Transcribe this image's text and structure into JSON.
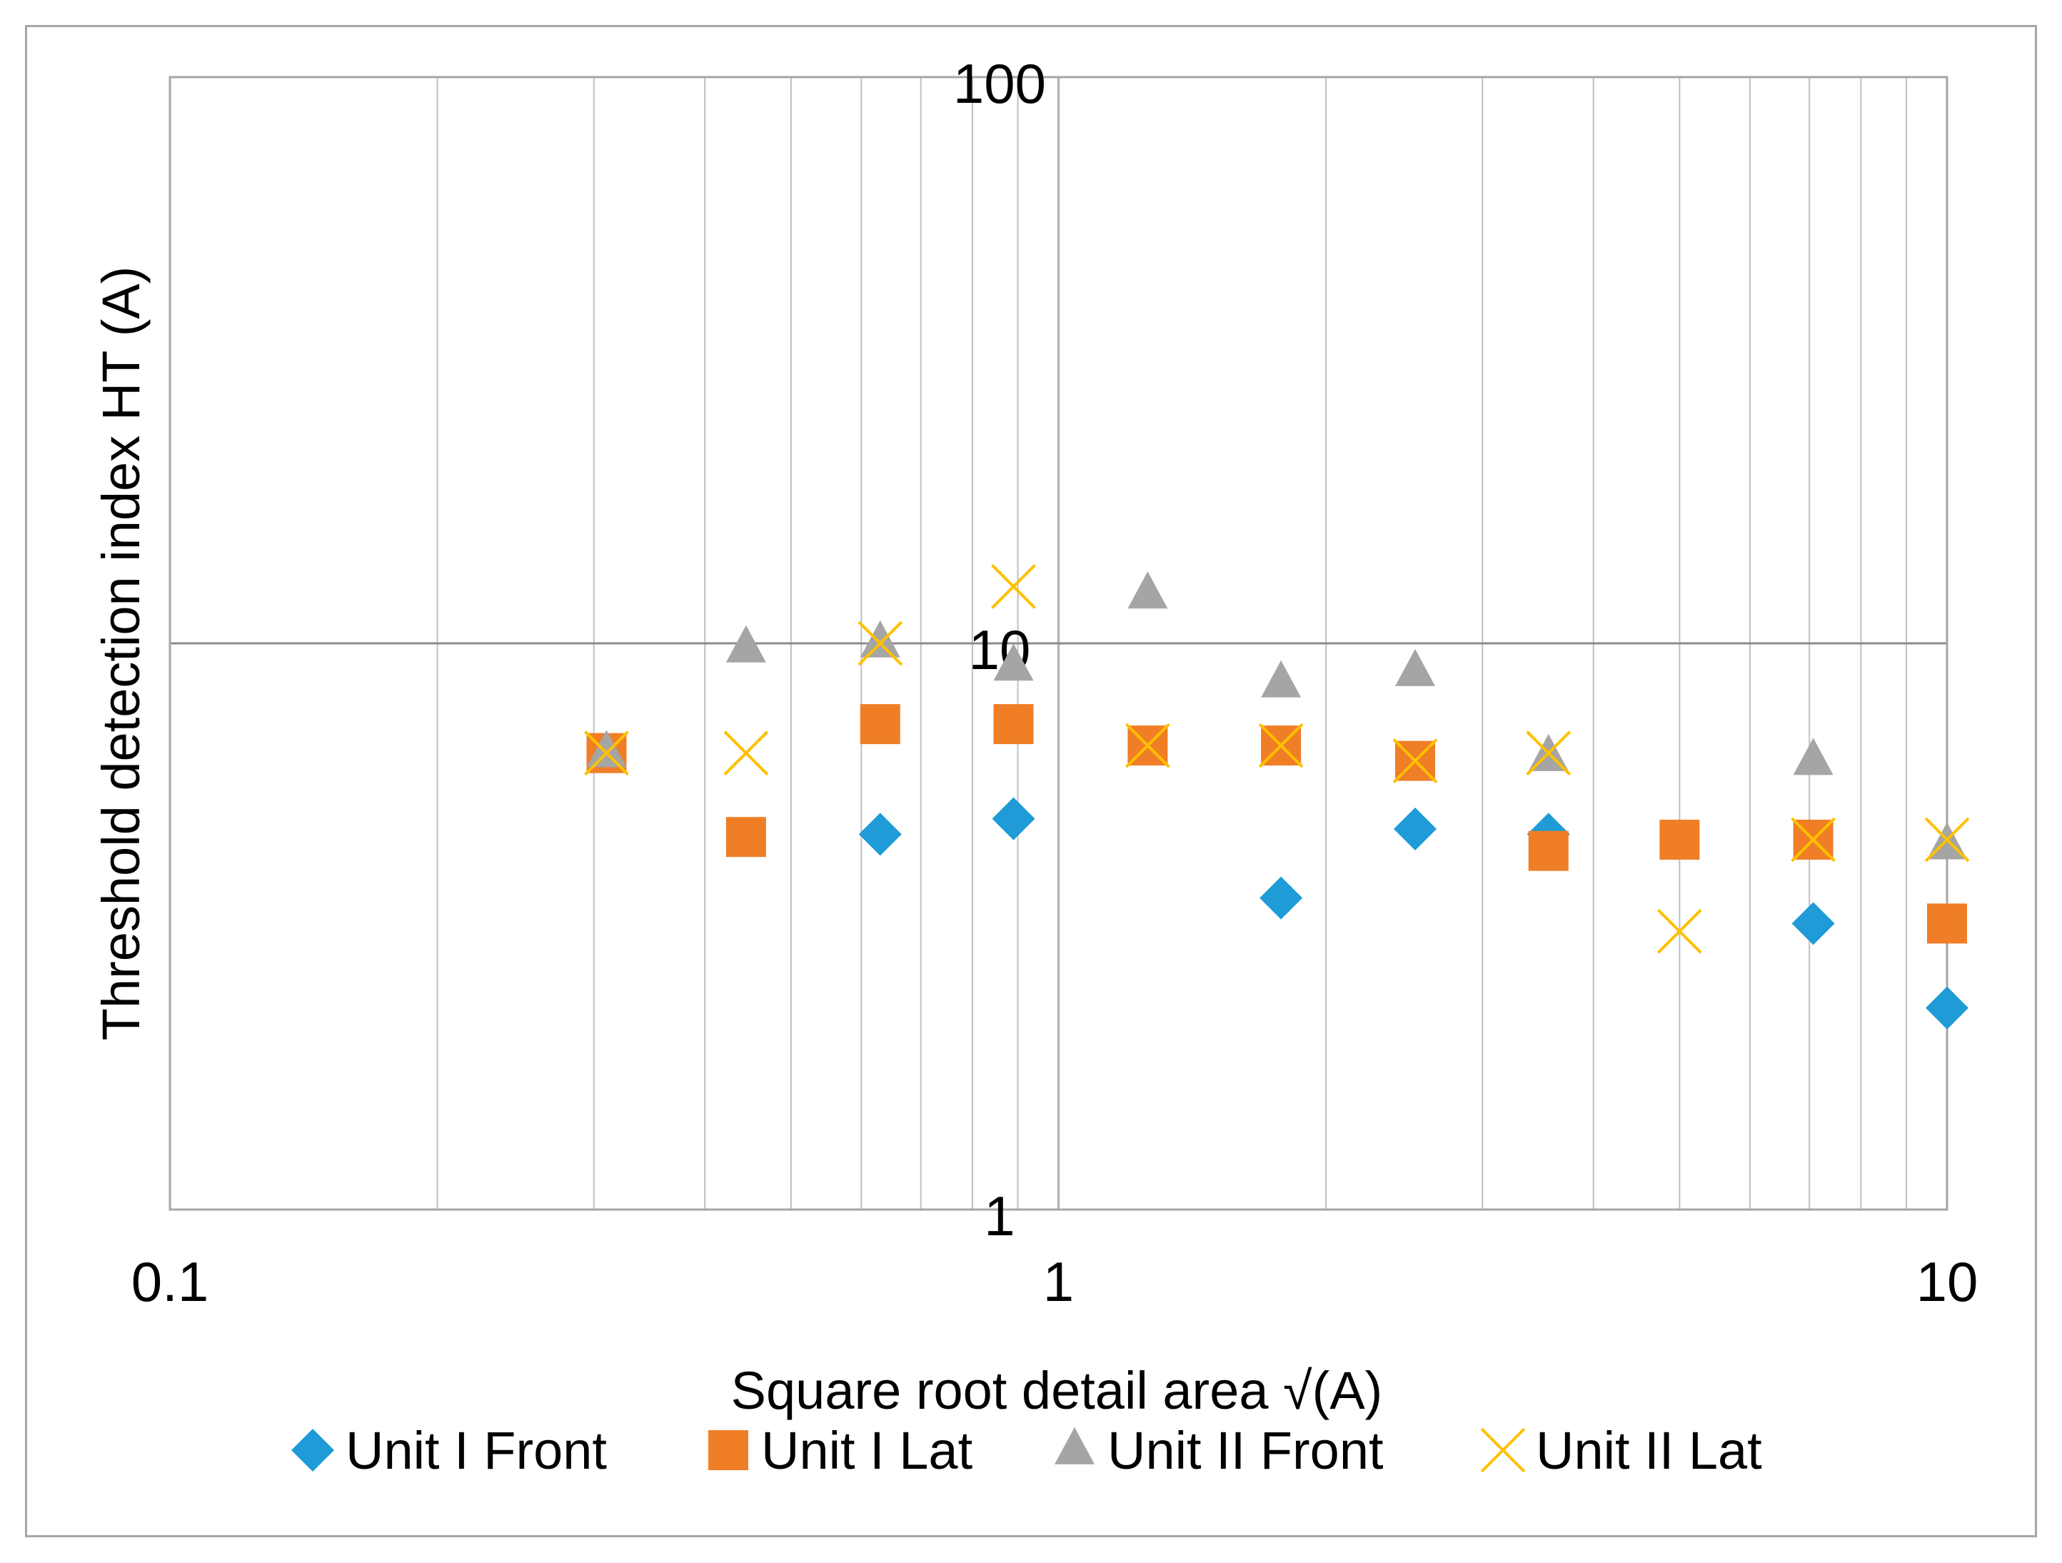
{
  "chart_data": {
    "type": "scatter",
    "title": "",
    "xlabel": "Square root detail area √(A)",
    "ylabel": "Threshold detection index HT (A)",
    "x_scale": "log",
    "y_scale": "log",
    "xlim": [
      0.1,
      10
    ],
    "ylim": [
      1,
      100
    ],
    "x_ticks": [
      "0.1",
      "1",
      "10"
    ],
    "y_ticks": [
      "1",
      "10",
      "100"
    ],
    "grid": true,
    "legend_position": "bottom",
    "series": [
      {
        "name": "Unit I Front",
        "marker": "diamond",
        "color": "#1f9bd7",
        "points": [
          {
            "x": 0.63,
            "y": 4.6
          },
          {
            "x": 0.89,
            "y": 4.9
          },
          {
            "x": 1.78,
            "y": 3.55
          },
          {
            "x": 2.52,
            "y": 4.7
          },
          {
            "x": 3.56,
            "y": 4.6
          },
          {
            "x": 7.07,
            "y": 3.2
          },
          {
            "x": 10.0,
            "y": 2.27
          }
        ]
      },
      {
        "name": "Unit I Lat",
        "marker": "square",
        "color": "#f07e26",
        "points": [
          {
            "x": 0.31,
            "y": 6.4
          },
          {
            "x": 0.445,
            "y": 4.55
          },
          {
            "x": 0.63,
            "y": 7.2
          },
          {
            "x": 0.89,
            "y": 7.2
          },
          {
            "x": 1.26,
            "y": 6.6
          },
          {
            "x": 1.78,
            "y": 6.6
          },
          {
            "x": 2.52,
            "y": 6.2
          },
          {
            "x": 3.56,
            "y": 4.3
          },
          {
            "x": 5.0,
            "y": 4.5
          },
          {
            "x": 7.07,
            "y": 4.5
          },
          {
            "x": 10.0,
            "y": 3.2
          }
        ]
      },
      {
        "name": "Unit II Front",
        "marker": "triangle",
        "color": "#a5a5a5",
        "points": [
          {
            "x": 0.31,
            "y": 6.4
          },
          {
            "x": 0.445,
            "y": 9.8
          },
          {
            "x": 0.63,
            "y": 10.0
          },
          {
            "x": 0.89,
            "y": 9.1
          },
          {
            "x": 1.26,
            "y": 12.2
          },
          {
            "x": 1.78,
            "y": 8.5
          },
          {
            "x": 2.52,
            "y": 8.9
          },
          {
            "x": 3.56,
            "y": 6.3
          },
          {
            "x": 7.07,
            "y": 6.2
          },
          {
            "x": 10.0,
            "y": 4.4
          }
        ]
      },
      {
        "name": "Unit II Lat",
        "marker": "x",
        "color": "#ffc000",
        "points": [
          {
            "x": 0.31,
            "y": 6.4
          },
          {
            "x": 0.445,
            "y": 6.4
          },
          {
            "x": 0.63,
            "y": 10.0
          },
          {
            "x": 0.89,
            "y": 12.6
          },
          {
            "x": 1.26,
            "y": 6.6
          },
          {
            "x": 1.78,
            "y": 6.6
          },
          {
            "x": 2.52,
            "y": 6.2
          },
          {
            "x": 3.56,
            "y": 6.4
          },
          {
            "x": 5.0,
            "y": 3.1
          },
          {
            "x": 7.07,
            "y": 4.5
          },
          {
            "x": 10.0,
            "y": 4.5
          }
        ]
      }
    ]
  }
}
